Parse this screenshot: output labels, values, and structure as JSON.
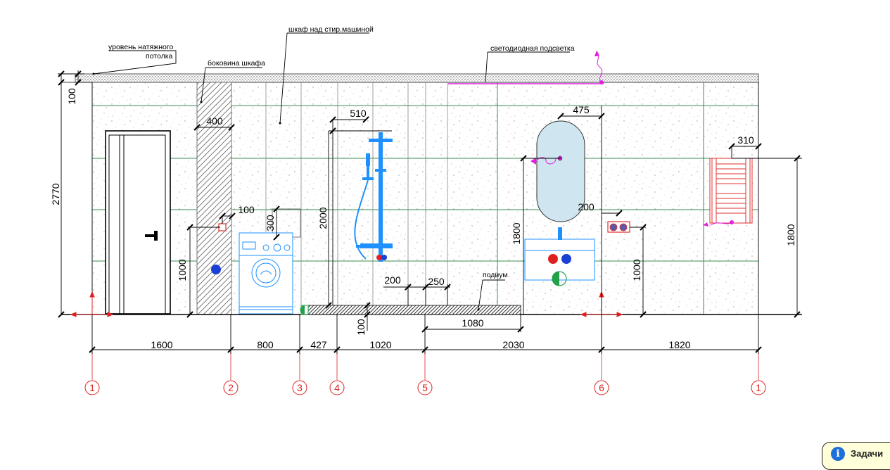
{
  "annotations": {
    "ceiling_level": [
      "уровень натяжного",
      "потолка"
    ],
    "cabinet_side": "боковина шкафа",
    "cabinet_above_washer": "шкаф над стир.машиной",
    "led_strip": "светодиодная подсветка",
    "podium": "подиум"
  },
  "dimensions": {
    "top_100": "100",
    "total_height": "2770",
    "d400": "400",
    "d510": "510",
    "d475": "475",
    "d310": "310",
    "d100_socket": "100",
    "d300": "300",
    "d2000": "2000",
    "d1000_left": "1000",
    "d1800_sink": "1800",
    "d200_right": "200",
    "d1000_right": "1000",
    "d1800_right": "1800",
    "d200_podium": "200",
    "d250": "250",
    "d100_podium": "100",
    "d1080": "1080"
  },
  "bottom_dims": [
    "1600",
    "800",
    "427",
    "1020",
    "2030",
    "1820"
  ],
  "axes": [
    "1",
    "2",
    "3",
    "4",
    "5",
    "6",
    "1"
  ],
  "toast": {
    "label": "Задачи"
  },
  "colors": {
    "wall_grid": "#3a8d4f",
    "dims": "#000000",
    "axes": "#e02020",
    "shower": "#1e90ff",
    "led": "#e020e0",
    "towel_rail": "#e03030"
  }
}
